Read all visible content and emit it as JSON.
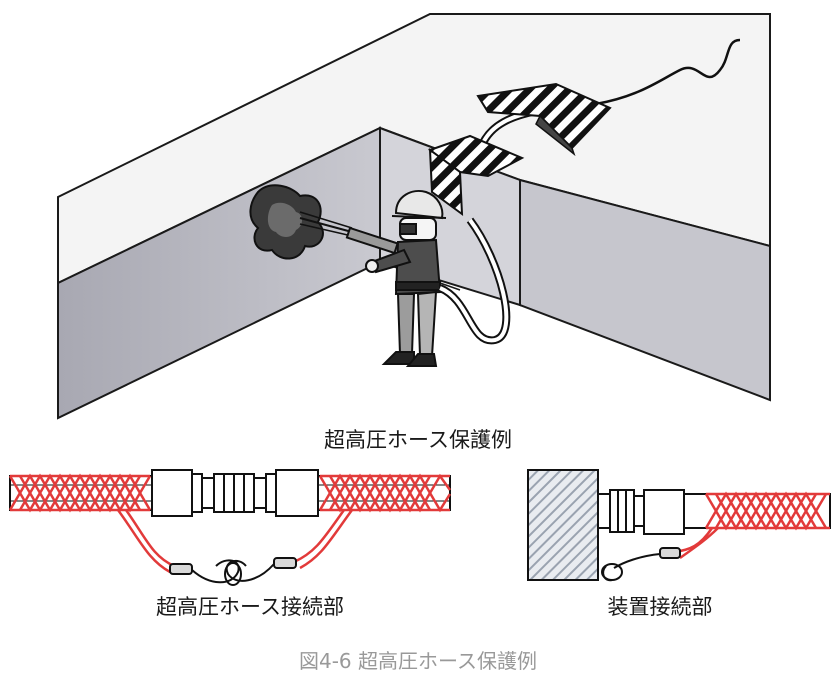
{
  "captions": {
    "main": "超高圧ホース保護例",
    "joint": "超高圧ホース接続部",
    "device": "装置接続部",
    "figure": "図4-6 超高圧ホース保護例"
  },
  "colors": {
    "line": "#1a1a1a",
    "wall_front": "#b9b9c1",
    "wall_side": "#d7d7dc",
    "floor": "#f3f3f3",
    "mesh": "#e23a3a",
    "hatch": "#9aa3b0"
  },
  "icons": [
    "worker-icon",
    "water-jet-icon",
    "hose-cover-icon",
    "shackle-icon"
  ]
}
